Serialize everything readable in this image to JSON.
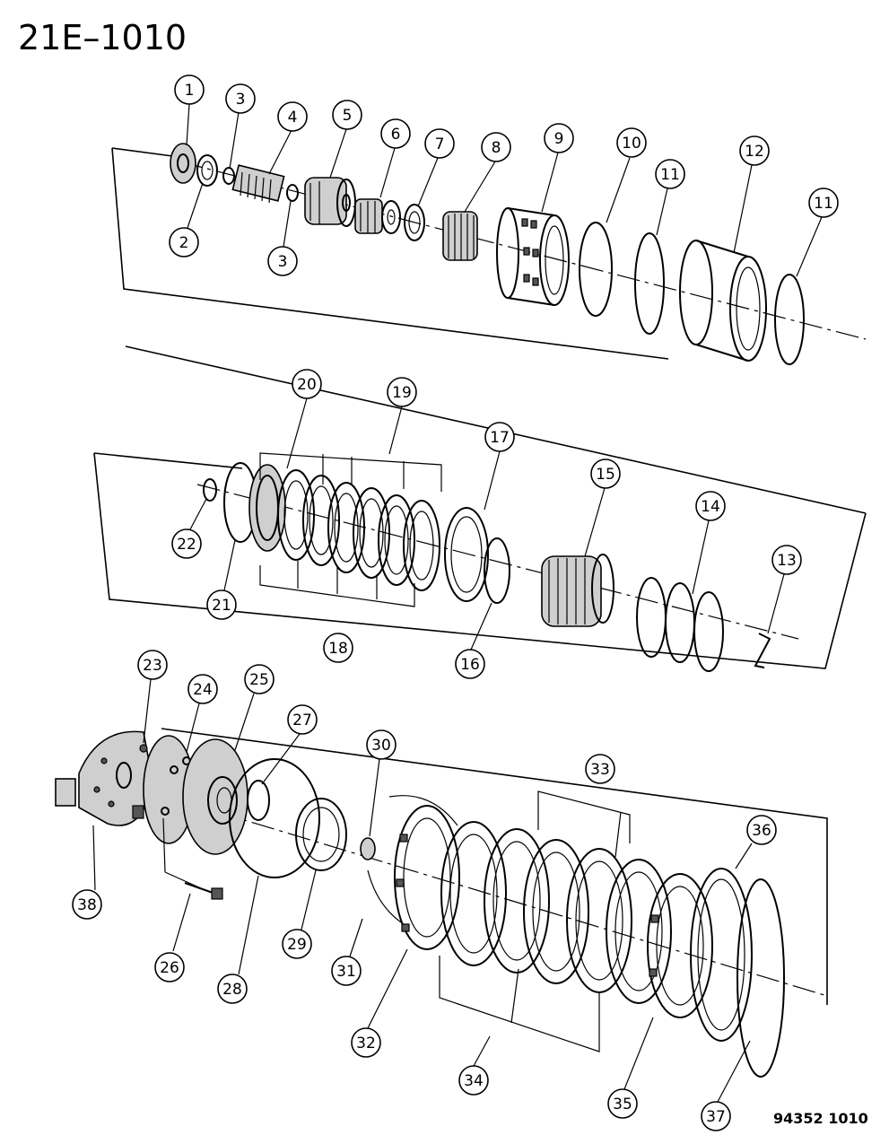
{
  "header": {
    "title": "21E–1010",
    "figure_code": "94352 1010"
  },
  "callouts": {
    "c1": "1",
    "c2": "2",
    "c3a": "3",
    "c3b": "3",
    "c4": "4",
    "c5": "5",
    "c6": "6",
    "c7": "7",
    "c8": "8",
    "c9": "9",
    "c10": "10",
    "c11a": "11",
    "c11b": "11",
    "c12": "12",
    "c13": "13",
    "c14": "14",
    "c15": "15",
    "c16": "16",
    "c17": "17",
    "c18": "18",
    "c19": "19",
    "c20": "20",
    "c21": "21",
    "c22": "22",
    "c23": "23",
    "c24": "24",
    "c25": "25",
    "c26": "26",
    "c27": "27",
    "c28": "28",
    "c29": "29",
    "c30": "30",
    "c31": "31",
    "c32": "32",
    "c33": "33",
    "c34": "34",
    "c35": "35",
    "c36": "36",
    "c37": "37",
    "c38": "38"
  }
}
